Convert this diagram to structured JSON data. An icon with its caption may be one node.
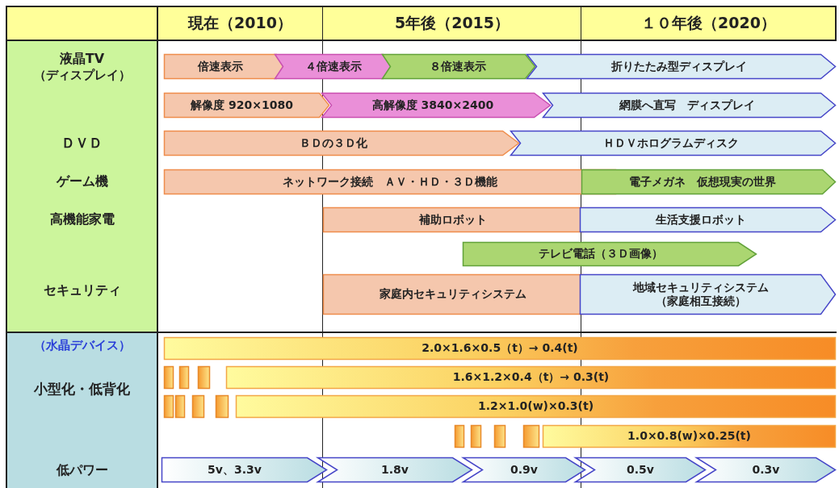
{
  "diagram": {
    "nodes": [
      {
        "text": [
          "倍速表示"
        ]
      },
      {
        "text": [
          "４倍速表示"
        ]
      },
      {
        "text": [
          "８倍速表示"
        ]
      },
      {
        "text": [
          "折りたたみ型ディスプレイ"
        ]
      },
      {
        "text": [
          "解像度 920×1080"
        ]
      },
      {
        "text": [
          "高解像度 3840×2400"
        ]
      },
      {
        "text": [
          "網膜へ直写　ディスプレイ"
        ]
      },
      {
        "text": [
          "ＢＤの３Ｄ化"
        ]
      },
      {
        "text": [
          "ＨＤＶホログラムディスク"
        ]
      },
      {
        "text": [
          "ネットワーク接続　ＡＶ・ＨＤ・３Ｄ機能"
        ]
      },
      {
        "text": [
          "電子メガネ　仮想現実の世界"
        ]
      },
      {
        "text": [
          "補助ロボット"
        ]
      },
      {
        "text": [
          "生活支援ロボット"
        ]
      },
      {
        "text": [
          "テレビ電話（３Ｄ画像）"
        ]
      },
      {
        "text": [
          "家庭内セキュリティシステム"
        ]
      },
      {
        "text": [
          "地域セキュリティシステム（家庭相互接続）"
        ]
      },
      {
        "text": [
          "2.0×1.6×0.5（t）→ 0.4(t)"
        ]
      },
      {
        "text": [],
        "shape": "box"
      },
      {
        "text": [],
        "shape": "box"
      },
      {
        "text": [],
        "shape": "box"
      },
      {
        "text": [
          "1.6×1.2×0.4（t）→ 0.3(t)"
        ]
      },
      {
        "text": [],
        "shape": "box"
      },
      {
        "text": [],
        "shape": "box"
      },
      {
        "text": [],
        "shape": "box"
      },
      {
        "text": [],
        "shape": "box"
      },
      {
        "text": [
          "1.2×1.0(w)×0.3(t)"
        ]
      },
      {
        "text": [],
        "shape": "box"
      },
      {
        "text": [],
        "shape": "box"
      },
      {
        "text": [],
        "shape": "box"
      },
      {
        "text": [],
        "shape": "box"
      },
      {
        "text": [
          "1.0×0.8(w)×0.25(t)"
        ]
      },
      {
        "text": [
          "5v、3.3v"
        ]
      },
      {
        "text": [
          "1.8v"
        ]
      },
      {
        "text": [
          "0.9v"
        ]
      },
      {
        "text": [
          "0.5v"
        ]
      },
      {
        "text": [
          "0.3v"
        ]
      }
    ],
    "labels": [
      "現在（2010）",
      "5年後（2015）",
      "１０年後（2020）",
      "液晶TV",
      "（ディスプレイ）",
      "ＤＶＤ",
      "ゲーム機",
      "高機能家電",
      "セキュリティ",
      "（水晶デバイス）",
      "小型化・低背化",
      "低パワー"
    ]
  }
}
